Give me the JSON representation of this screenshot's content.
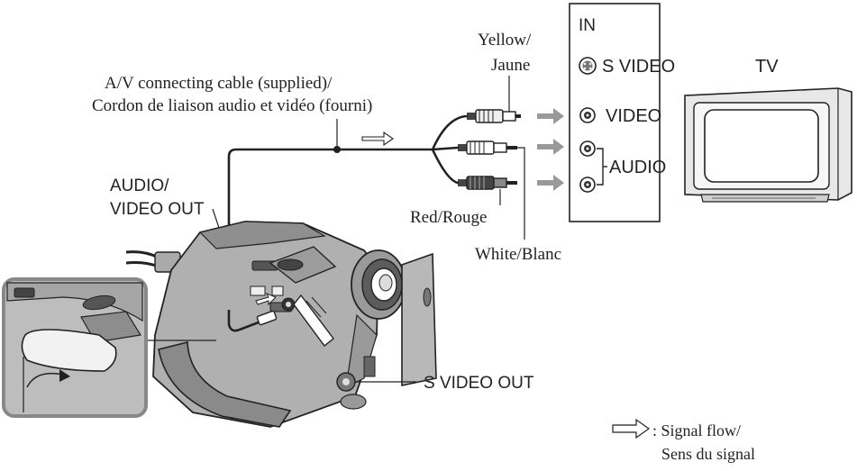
{
  "cable": {
    "line1": "A/V connecting cable (supplied)/",
    "line2": "Cordon de liaison audio et vidéo (fourni)"
  },
  "plug_colors": {
    "yellow": {
      "line1": "Yellow/",
      "line2": "Jaune",
      "color": "#f0f0f0"
    },
    "red": {
      "label": "Red/Rouge",
      "color": "#444444"
    },
    "white": {
      "label": "White/Blanc",
      "color": "#ffffff"
    }
  },
  "camera": {
    "av_out_line1": "AUDIO/",
    "av_out_line2": "VIDEO OUT",
    "s_video_out": "S VIDEO OUT"
  },
  "tv_panel": {
    "heading": "IN",
    "s_video": "S VIDEO",
    "video": "VIDEO",
    "audio": "AUDIO"
  },
  "tv": {
    "label": "TV"
  },
  "legend": {
    "line1": ": Signal flow/",
    "line2": "Sens du signal"
  }
}
